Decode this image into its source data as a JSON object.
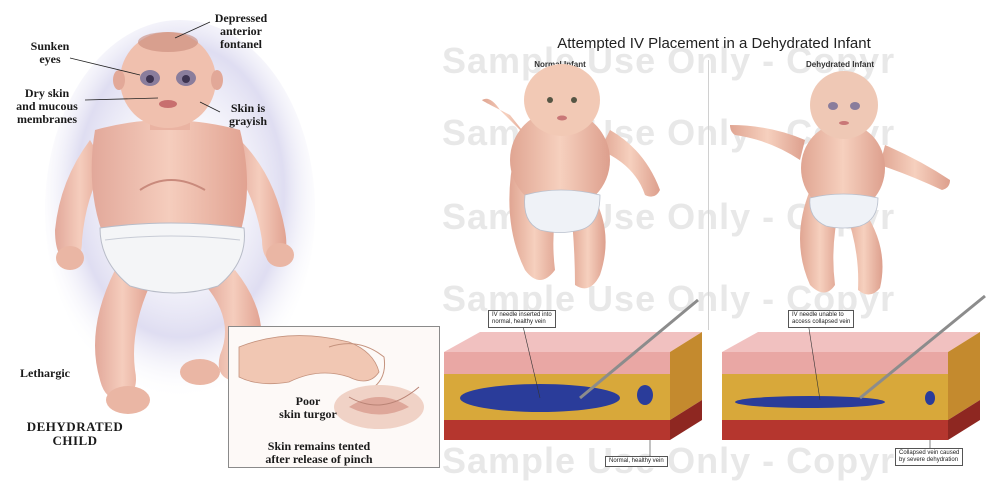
{
  "left_panel": {
    "labels": {
      "depressed": "Depressed\nanterior\nfontanel",
      "sunken": "Sunken\neyes",
      "dry": "Dry skin\nand mucous\nmembranes",
      "grayish": "Skin is\ngrayish",
      "lethargic": "Lethargic",
      "title": "DEHYDRATED\nCHILD"
    },
    "inset": {
      "poor": "Poor\nskin turgor",
      "tented": "Skin remains tented\nafter release of pinch"
    }
  },
  "right_panel": {
    "title": "Attempted IV Placement in a Dehydrated Infant",
    "normal_label": "Normal Infant",
    "dehydrated_label": "Dehydrated Infant",
    "watermark": [
      "Sample Use Only - Copyr",
      "Sample Use Only - Copyr",
      "Sample Use Only - Copyr",
      "Sample Use Only - Copyr",
      "Sample Use Only - Copyr"
    ],
    "callouts": {
      "needle_normal": "IV needle inserted into\nnormal, healthy vein",
      "needle_dehydrated": "IV needle unable to\naccess collapsed vein",
      "vein_normal": "Normal, healthy vein",
      "vein_collapsed": "Collapsed vein caused\nby severe dehydration"
    }
  },
  "colors": {
    "skin": "#f2c4ae",
    "skin_shadow": "#d9968a",
    "diaper": "#f4f5f7",
    "halo": "#c9c8e6",
    "dermis": "#e9a7a4",
    "fat": "#d8a83a",
    "vein": "#2a3c9a",
    "muscle": "#b5362e"
  }
}
